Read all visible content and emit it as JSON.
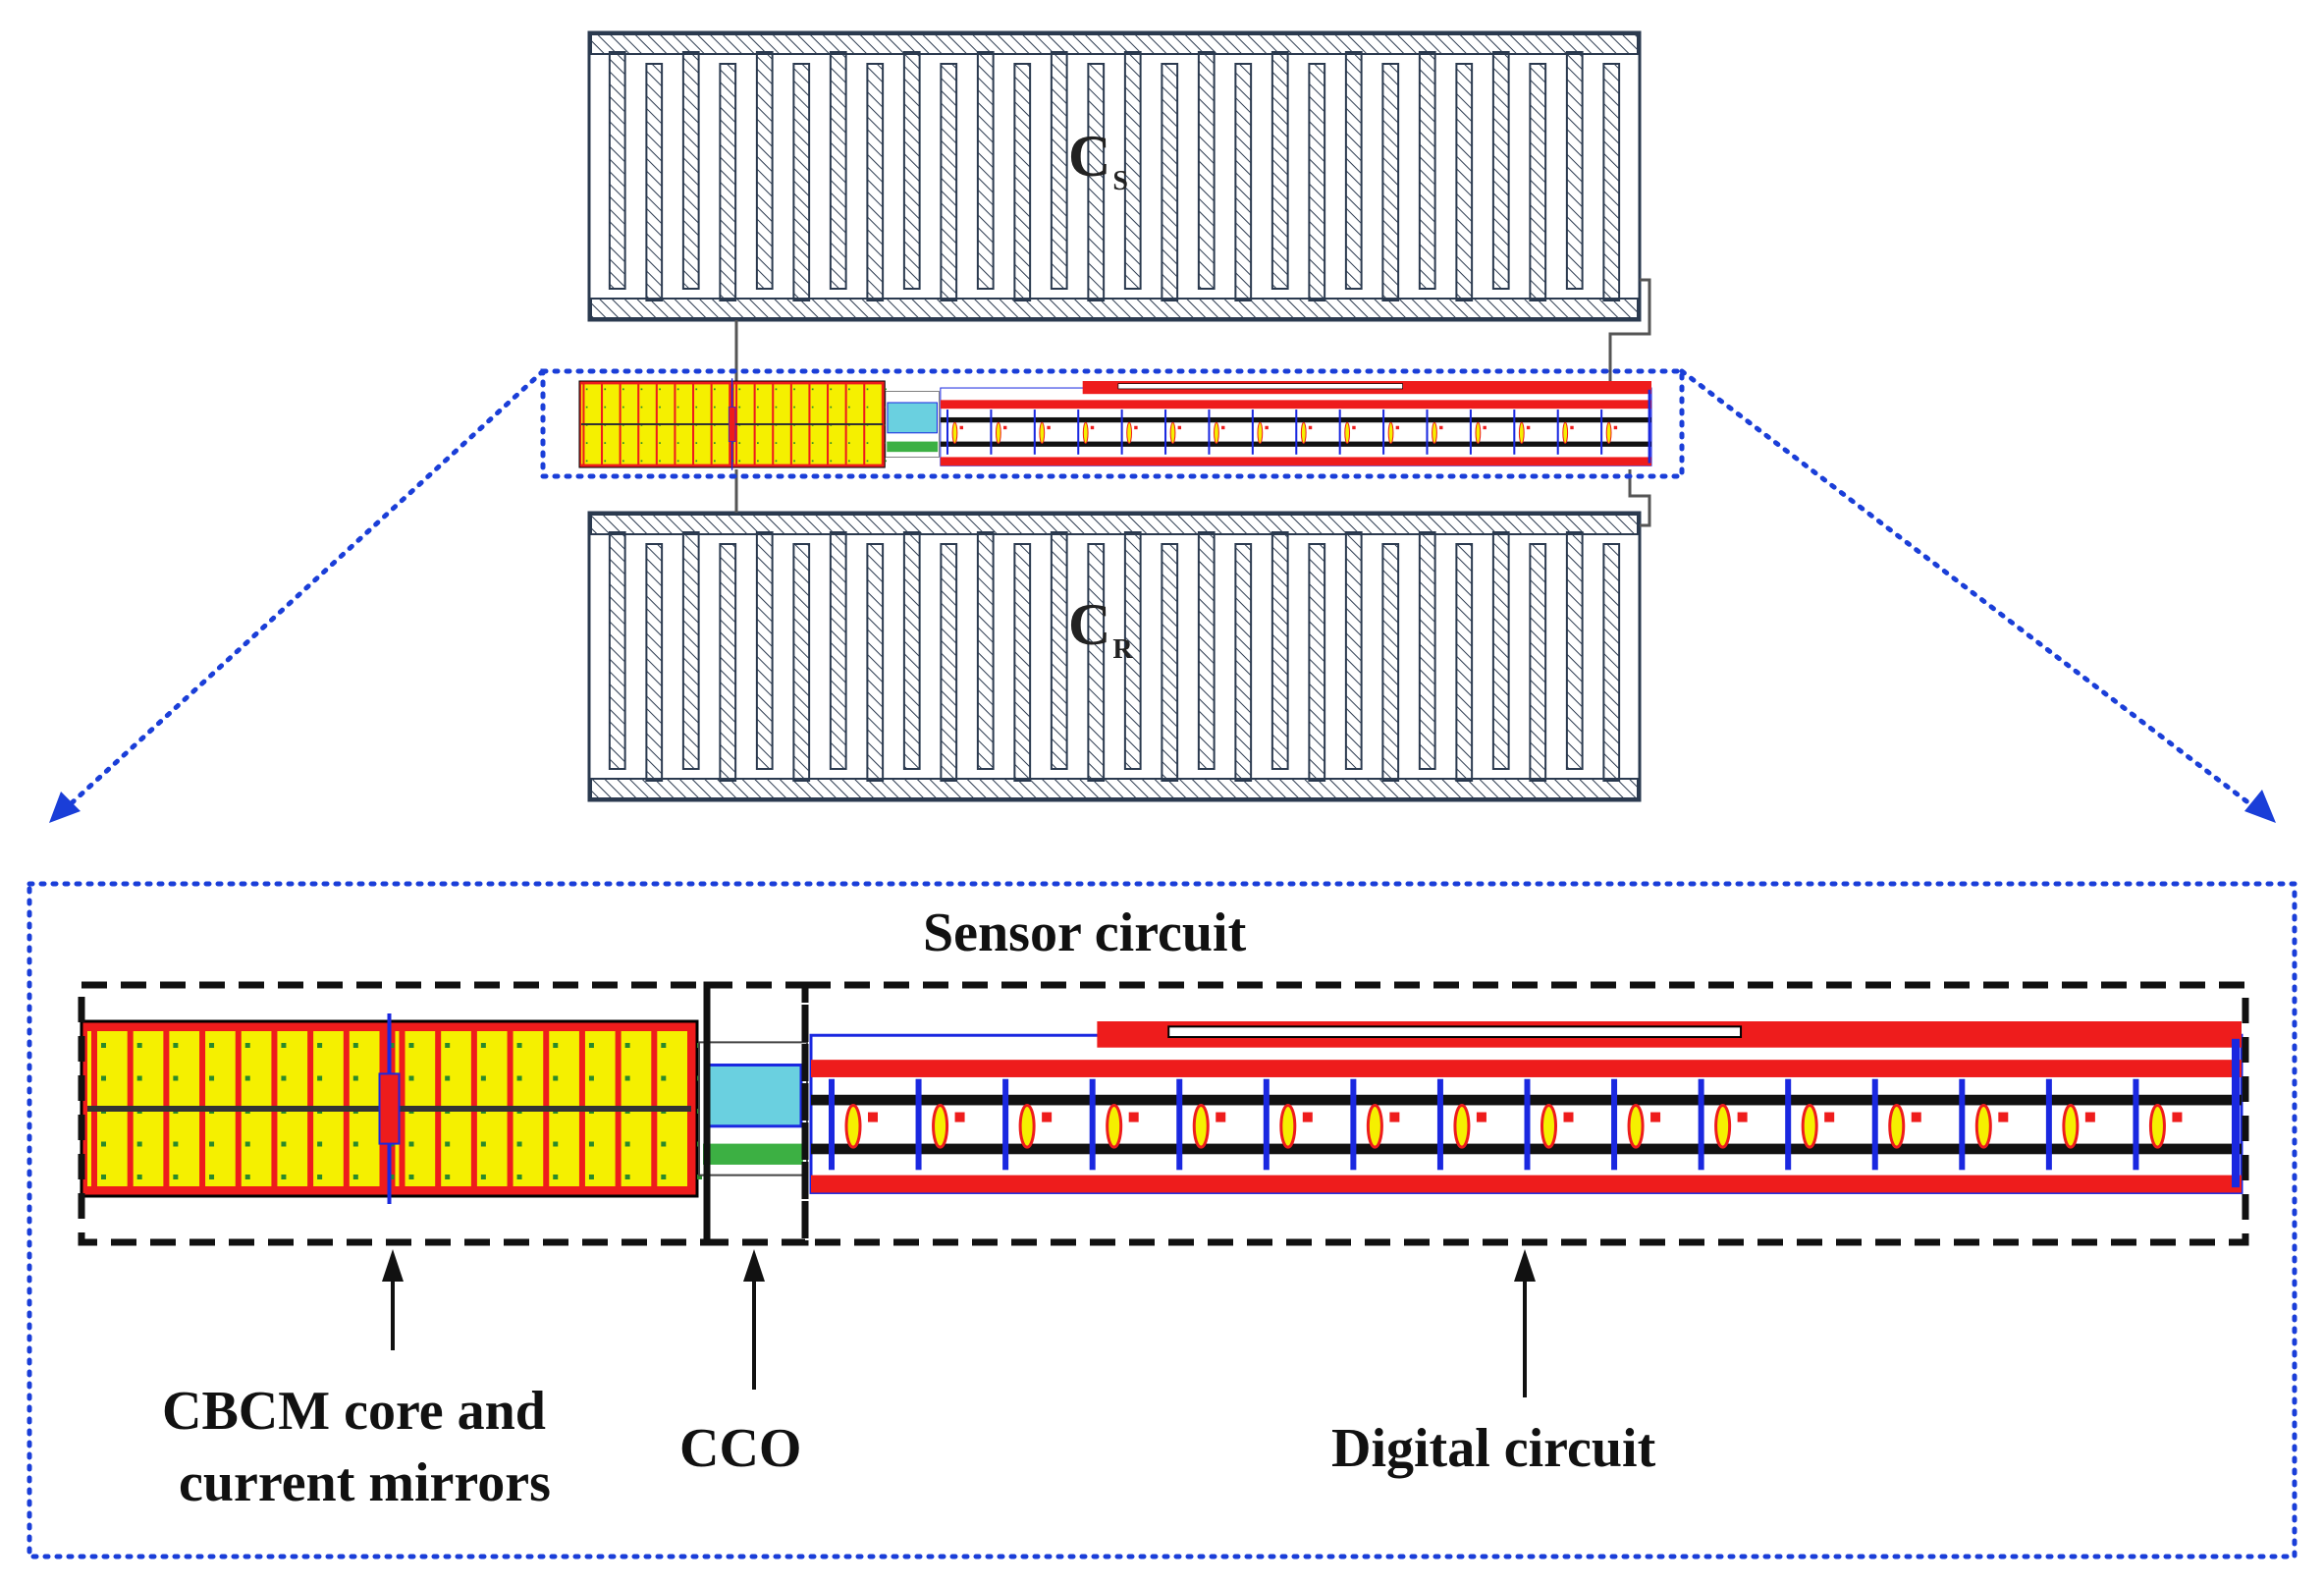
{
  "capacitors": {
    "sense": {
      "letter": "C",
      "subscript": "S"
    },
    "reference": {
      "letter": "C",
      "subscript": "R"
    }
  },
  "labels": {
    "sensor_circuit": "Sensor circuit",
    "cbcm_line1": "CBCM core and",
    "cbcm_line2": "current mirrors",
    "cco": "CCO",
    "digital": "Digital circuit"
  },
  "colors": {
    "capacitor_outline": "#2b3a4f",
    "zoom_dots": "#1a3ed8",
    "metal_red": "#ee1c1c",
    "metal_blue": "#1a28e0",
    "diffusion_yellow": "#f5f000",
    "dashed_boxes": "#111111"
  }
}
